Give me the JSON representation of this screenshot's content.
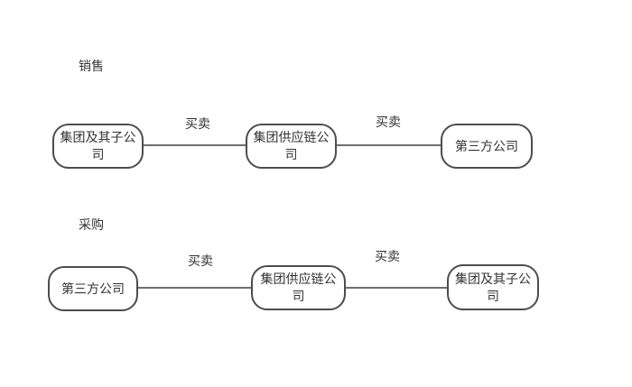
{
  "colors": {
    "background": "#ffffff",
    "node_border": "#4d4d4d",
    "edge_line": "#6e6e6e",
    "text": "#333333"
  },
  "diagram": {
    "sections": [
      {
        "title": "销售",
        "nodes": [
          {
            "label": "集团及其子公司"
          },
          {
            "label": "集团供应链公司"
          },
          {
            "label": "第三方公司"
          }
        ],
        "edges": [
          {
            "label": "买卖"
          },
          {
            "label": "买卖"
          }
        ]
      },
      {
        "title": "采购",
        "nodes": [
          {
            "label": "第三方公司"
          },
          {
            "label": "集团供应链公司"
          },
          {
            "label": "集团及其子公司"
          }
        ],
        "edges": [
          {
            "label": "买卖"
          },
          {
            "label": "买卖"
          }
        ]
      }
    ]
  }
}
